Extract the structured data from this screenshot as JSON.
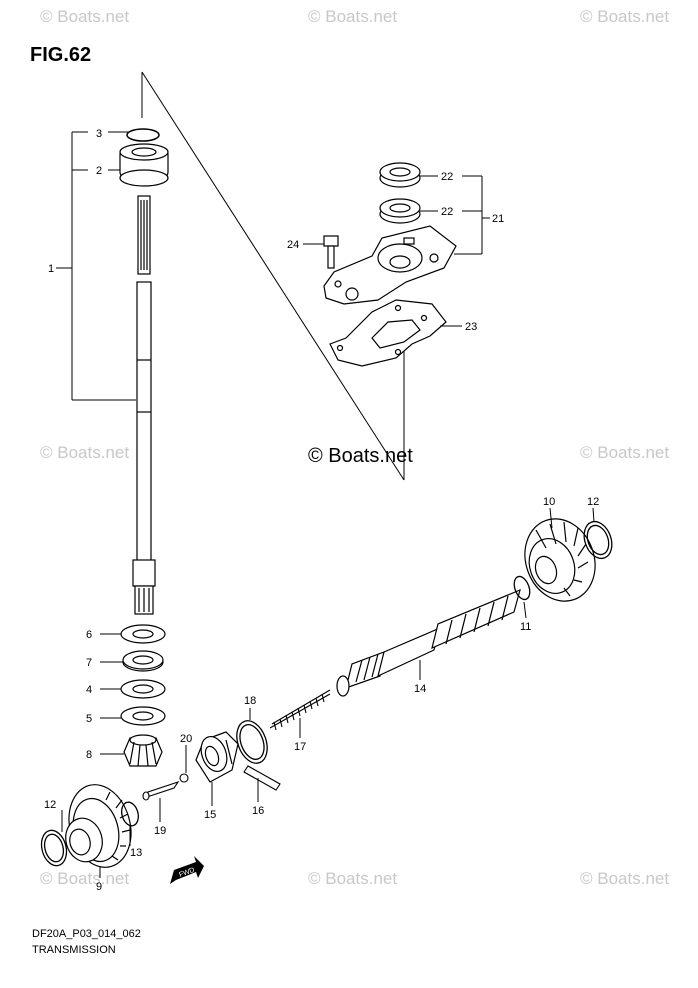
{
  "figure": {
    "label": "FIG.62"
  },
  "footer": {
    "code": "DF20A_P03_014_062",
    "title": "TRANSMISSION"
  },
  "watermark": {
    "text": "© Boats.net"
  },
  "fwd_label": "FWD",
  "callouts": [
    "1",
    "2",
    "3",
    "4",
    "5",
    "6",
    "7",
    "8",
    "9",
    "10",
    "11",
    "12",
    "12",
    "13",
    "14",
    "15",
    "16",
    "17",
    "18",
    "19",
    "20",
    "21",
    "22",
    "22",
    "23",
    "24"
  ]
}
